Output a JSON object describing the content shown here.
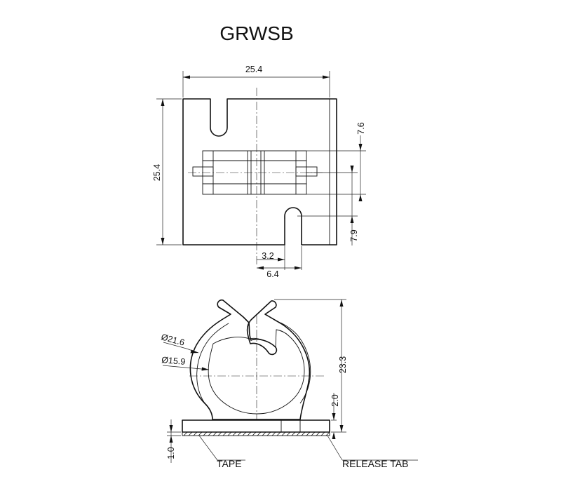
{
  "title": "GRWSB",
  "top_view": {
    "width_dim": "25.4",
    "height_dim": "25.4",
    "upper_slot_dim": "7.6",
    "lower_slot_dim": "7.9",
    "slot_offset_dim": "3.2",
    "slot_width_dim": "6.4"
  },
  "side_view": {
    "outer_diameter": "Ø21.6",
    "inner_diameter": "Ø15.9",
    "height_dim": "23.3",
    "base_dim": "2.0",
    "tape_thickness_dim": "1.0",
    "tape_label": "TAPE",
    "release_tab_label": "RELEASE TAB"
  }
}
